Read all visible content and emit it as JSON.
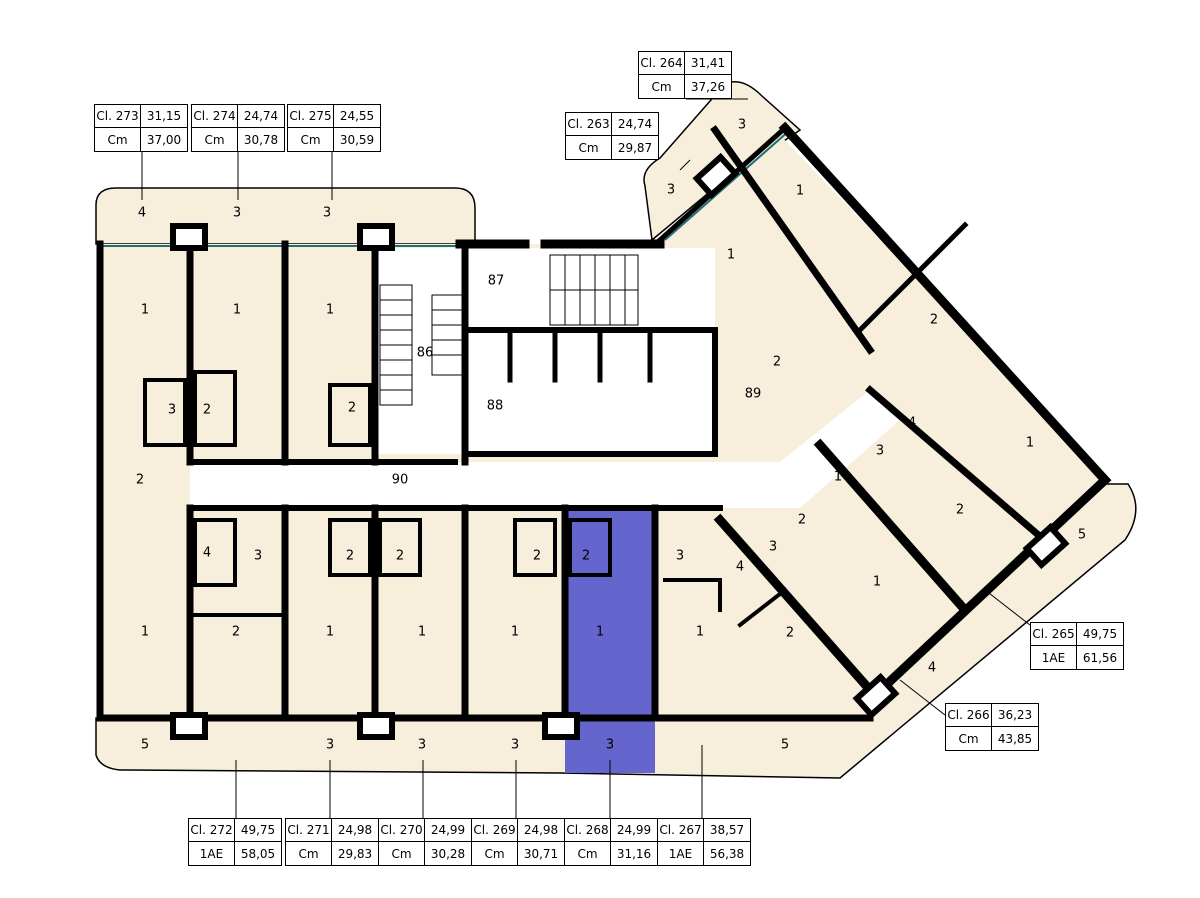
{
  "colors": {
    "room_fill": "#f7efdc",
    "wall": "#000000",
    "window": "#1d6f76",
    "highlight": "#6466cd",
    "stair": "#ffffff"
  },
  "apartments": [
    {
      "id": "273",
      "number": "Cl. 273",
      "area": "31,15",
      "type": "Cm",
      "total": "37,00"
    },
    {
      "id": "274",
      "number": "Cl. 274",
      "area": "24,74",
      "type": "Cm",
      "total": "30,78"
    },
    {
      "id": "275",
      "number": "Cl. 275",
      "area": "24,55",
      "type": "Cm",
      "total": "30,59"
    },
    {
      "id": "264",
      "number": "Cl. 264",
      "area": "31,41",
      "type": "Cm",
      "total": "37,26"
    },
    {
      "id": "263",
      "number": "Cl. 263",
      "area": "24,74",
      "type": "Cm",
      "total": "29,87"
    },
    {
      "id": "265",
      "number": "Cl. 265",
      "area": "49,75",
      "type": "1AE",
      "total": "61,56"
    },
    {
      "id": "266",
      "number": "Cl. 266",
      "area": "36,23",
      "type": "Cm",
      "total": "43,85"
    },
    {
      "id": "272",
      "number": "Cl. 272",
      "area": "49,75",
      "type": "1AE",
      "total": "58,05"
    },
    {
      "id": "271",
      "number": "Cl. 271",
      "area": "24,98",
      "type": "Cm",
      "total": "29,83"
    },
    {
      "id": "270",
      "number": "Cl. 270",
      "area": "24,99",
      "type": "Cm",
      "total": "30,28"
    },
    {
      "id": "269",
      "number": "Cl. 269",
      "area": "24,98",
      "type": "Cm",
      "total": "30,71"
    },
    {
      "id": "268",
      "number": "Cl. 268",
      "area": "24,99",
      "type": "Cm",
      "total": "31,16",
      "highlighted": true
    },
    {
      "id": "267",
      "number": "Cl. 267",
      "area": "38,57",
      "type": "1AE",
      "total": "56,38"
    }
  ],
  "common_rooms": {
    "lobby": "86",
    "elevator_hall": "87",
    "service": "88",
    "storage": "89",
    "corridor": "90"
  },
  "room_numbers": {
    "living": "1",
    "bathroom": "2",
    "kitchen": "3",
    "storage": "4",
    "balcony": "5"
  }
}
